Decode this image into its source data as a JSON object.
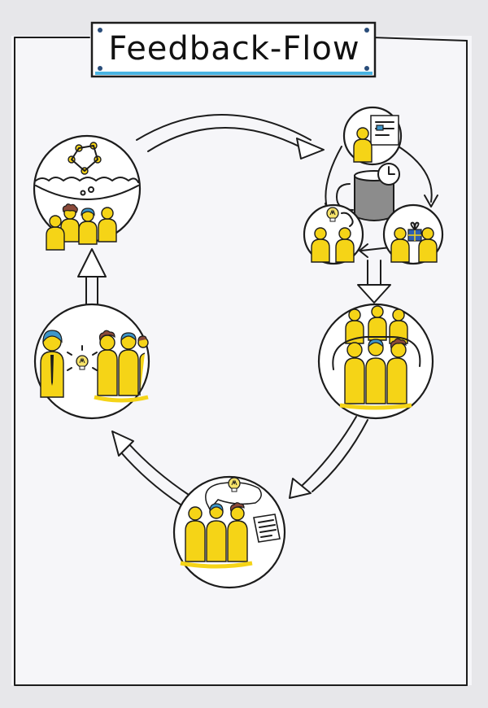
{
  "title": "Feedback-Flow",
  "colors": {
    "paper": "#f6f6f9",
    "ink": "#1c1c1c",
    "person_yellow": "#f5d417",
    "person_blue": "#3e96c9",
    "hair_brown": "#8b4a3a",
    "bulb_yellow": "#f7e36a",
    "gift_blue": "#2f5fb3",
    "mug_grey": "#8c8c8c",
    "title_underline": "#49b4e3"
  },
  "stages": [
    {
      "id": "idea",
      "icons": [
        "thought-bubble-icon",
        "network-icon",
        "people-group-icon"
      ]
    },
    {
      "id": "review-cycle",
      "icons": [
        "presentation-icon",
        "coffee-mug-icon",
        "clock-icon",
        "lightbulb-icon",
        "gift-icon"
      ]
    },
    {
      "id": "team-meeting",
      "icons": [
        "people-group-icon",
        "meeting-table-icon"
      ]
    },
    {
      "id": "document-feedback",
      "icons": [
        "speech-bubble-icon",
        "lightbulb-icon",
        "document-icon"
      ]
    },
    {
      "id": "presentation-to-manager",
      "icons": [
        "manager-icon",
        "lightbulb-icon",
        "people-group-icon"
      ]
    }
  ]
}
